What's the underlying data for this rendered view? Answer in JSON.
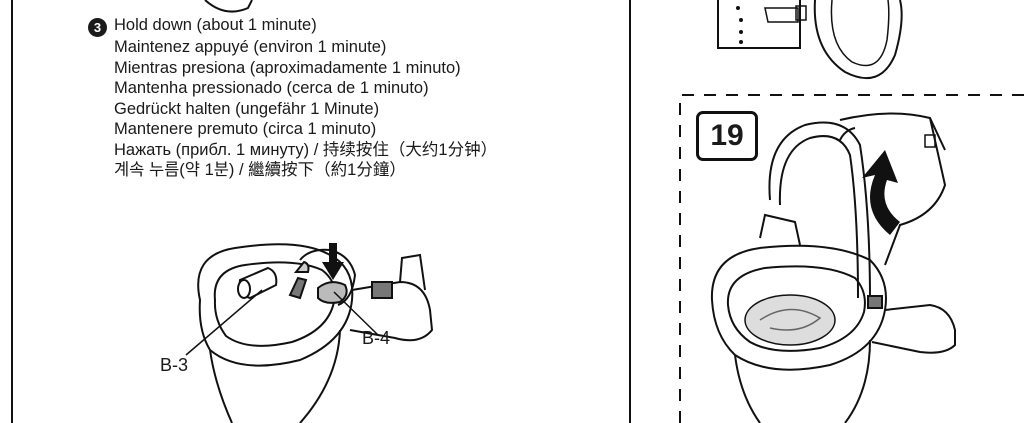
{
  "step": {
    "number_glyph": "3",
    "lines": [
      "Hold down (about 1 minute)",
      "Maintenez appuyé (environ 1 minute)",
      "Mientras presiona (aproximadamente 1 minuto)",
      "Mantenha pressionado (cerca de 1 minuto)",
      "Gedrückt halten (ungefähr 1 Minute)",
      "Mantenere premuto (circa 1 minuto)",
      "Нажать (прибл. 1 минуту) / 持续按住（大约1分钟）",
      "계속 누름(약 1분) / 繼續按下（約1分鐘）"
    ]
  },
  "callouts": {
    "b3": "B-3",
    "b4": "B-4"
  },
  "next_step": {
    "number": "19"
  },
  "icons": [
    "rotate-arrow-icon",
    "down-arrow-icon",
    "remote-control-icon"
  ]
}
